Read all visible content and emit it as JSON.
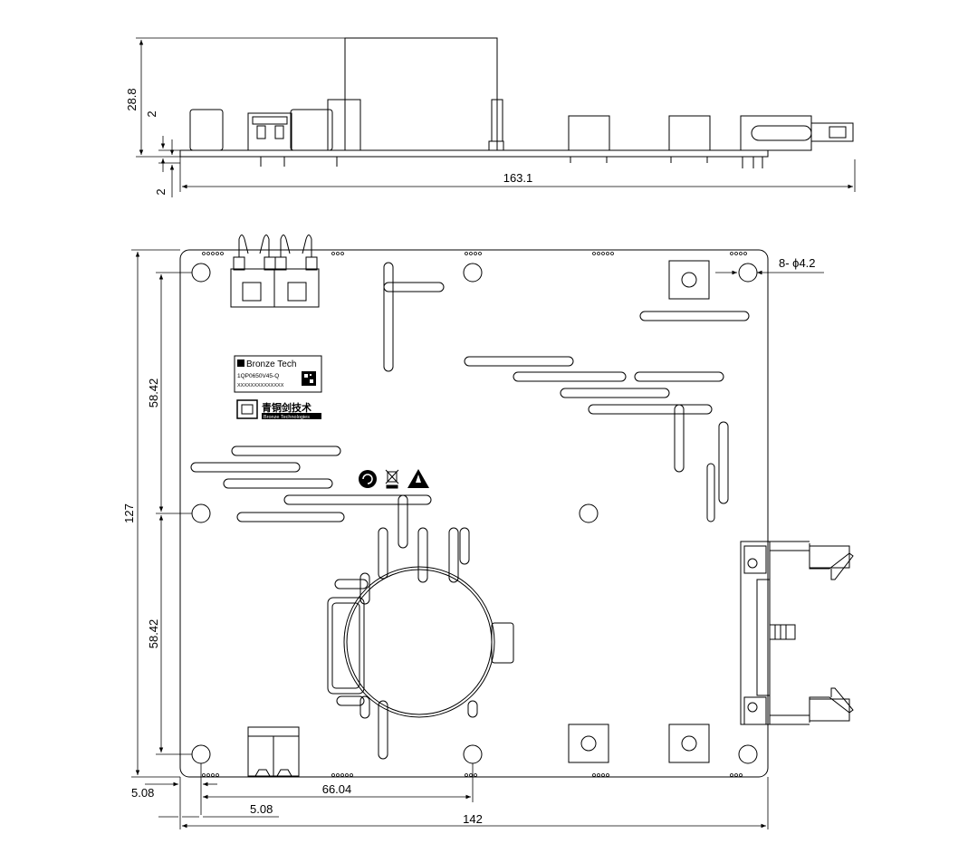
{
  "side_view": {
    "dims": {
      "height_total": "28.8",
      "board_thickness_top": "2",
      "board_thickness_bottom": "2",
      "length": "163.1"
    }
  },
  "top_view": {
    "dims": {
      "height": "127",
      "upper_pitch": "58.42",
      "lower_pitch": "58.42",
      "edge_offset_left": "5.08",
      "hole_span": "66.04",
      "connector_offset": "5.08",
      "width": "142",
      "hole_spec": "8- ϕ4.2"
    },
    "label": {
      "brand": "Bronze Tech",
      "model": "1QP0650V45-Q",
      "serial": "XXXXXXXXXXXXXX",
      "company_cn": "青铜剑技术",
      "company_en": "Bronze Technologies"
    }
  }
}
